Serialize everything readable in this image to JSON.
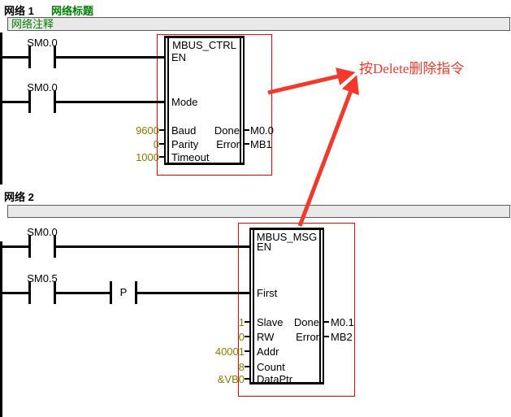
{
  "colors": {
    "selection_red": "#ff0000",
    "annotation_red": "#f2392c",
    "value_olive": "#808000",
    "title_green": "#008000",
    "comment_bar_gray": "#e9e9e9"
  },
  "annotation": {
    "label": "按Delete删除指令"
  },
  "network1": {
    "name": "网络 1",
    "title": "网络标题",
    "comment": "网络注释",
    "contact1": {
      "operand": "SM0.0"
    },
    "contact2": {
      "operand": "SM0.0"
    },
    "block": {
      "title": "MBUS_CTRL",
      "pin_en": "EN",
      "pin_mode": "Mode",
      "pin_baud": "Baud",
      "pin_parity": "Parity",
      "pin_timeout": "Timeout",
      "val_baud": "9600",
      "val_parity": "0",
      "val_timeout": "1000",
      "pin_done": "Done",
      "pin_error": "Error",
      "out_done": "M0.0",
      "out_error": "MB1"
    }
  },
  "network2": {
    "name": "网络 2",
    "comment": "",
    "contact1": {
      "operand": "SM0.0"
    },
    "contact2": {
      "operand": "SM0.5"
    },
    "edge_contact": {
      "label": "P"
    },
    "block": {
      "title": "MBUS_MSG",
      "pin_en": "EN",
      "pin_first": "First",
      "pin_slave": "Slave",
      "pin_rw": "RW",
      "pin_addr": "Addr",
      "pin_count": "Count",
      "pin_dataptr": "DataPtr",
      "val_slave": "1",
      "val_rw": "0",
      "val_addr": "40001",
      "val_count": "8",
      "val_dataptr": "&VB0",
      "pin_done": "Done",
      "pin_error": "Error",
      "out_done": "M0.1",
      "out_error": "MB2"
    }
  }
}
